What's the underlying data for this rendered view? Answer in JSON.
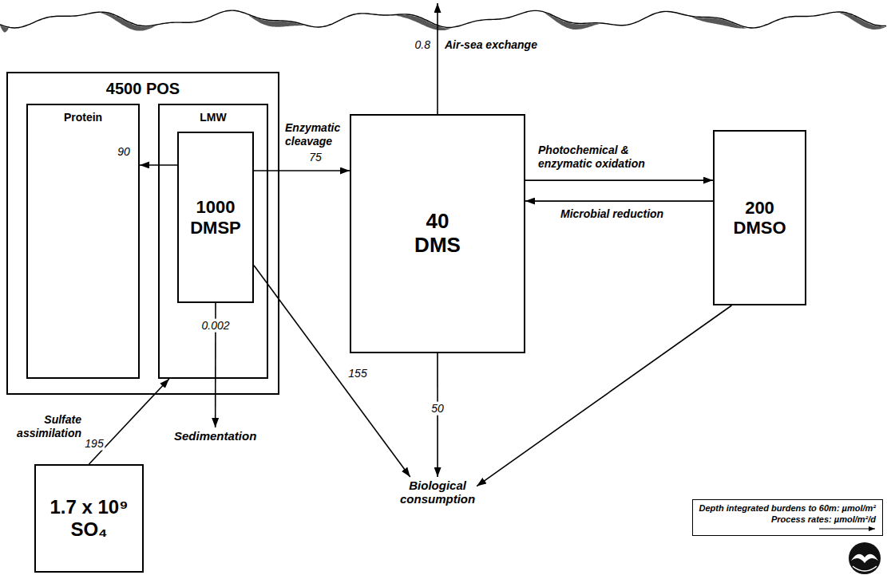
{
  "diagram": {
    "nodes": [
      {
        "text": [
          "4500 POS"
        ]
      },
      {
        "text": [
          "Protein"
        ],
        "in": 0
      },
      {
        "text": [
          "LMW"
        ],
        "in": 0
      },
      {
        "text": [
          "1000 DMSP"
        ],
        "in": 2
      },
      {
        "text": [
          "40 DMS"
        ]
      },
      {
        "text": [
          "200 DMSO"
        ]
      },
      {
        "text": [
          "Sedimentation"
        ]
      },
      {
        "text": [
          "Biological consumption"
        ]
      },
      {
        "text": [
          "1.7 x 10⁹ SO₄"
        ]
      }
    ],
    "edges": [
      {
        "from": 3,
        "to": 1,
        "arrow": "to",
        "label": "90"
      },
      {
        "from": 3,
        "to": 4,
        "arrow": "to",
        "label": "75"
      },
      {
        "from": 4,
        "to": 5,
        "arrow": "to",
        "label": "Photochemical & enzymatic oxidation"
      },
      {
        "from": 5,
        "to": 4,
        "arrow": "to",
        "label": "Microbial reduction"
      },
      {
        "from": 8,
        "to": 2,
        "arrow": "to",
        "label": "195"
      },
      {
        "from": 3,
        "to": 6,
        "arrow": "to",
        "label": "0.002"
      },
      {
        "from": 3,
        "to": 7,
        "arrow": "to",
        "label": "155"
      },
      {
        "from": 4,
        "to": 7,
        "arrow": "to",
        "label": "50"
      },
      {
        "from": 5,
        "to": 7,
        "arrow": "to"
      }
    ],
    "labels": [
      "0.8",
      "Air-sea exchange",
      "Enzymatic cleavage",
      "Sulfate assimilation"
    ],
    "legend": [
      {
        "text": "Depth integrated burdens to 60m: µmol/m²"
      },
      {
        "text": "Process rates: µmol/m²/d"
      }
    ]
  }
}
